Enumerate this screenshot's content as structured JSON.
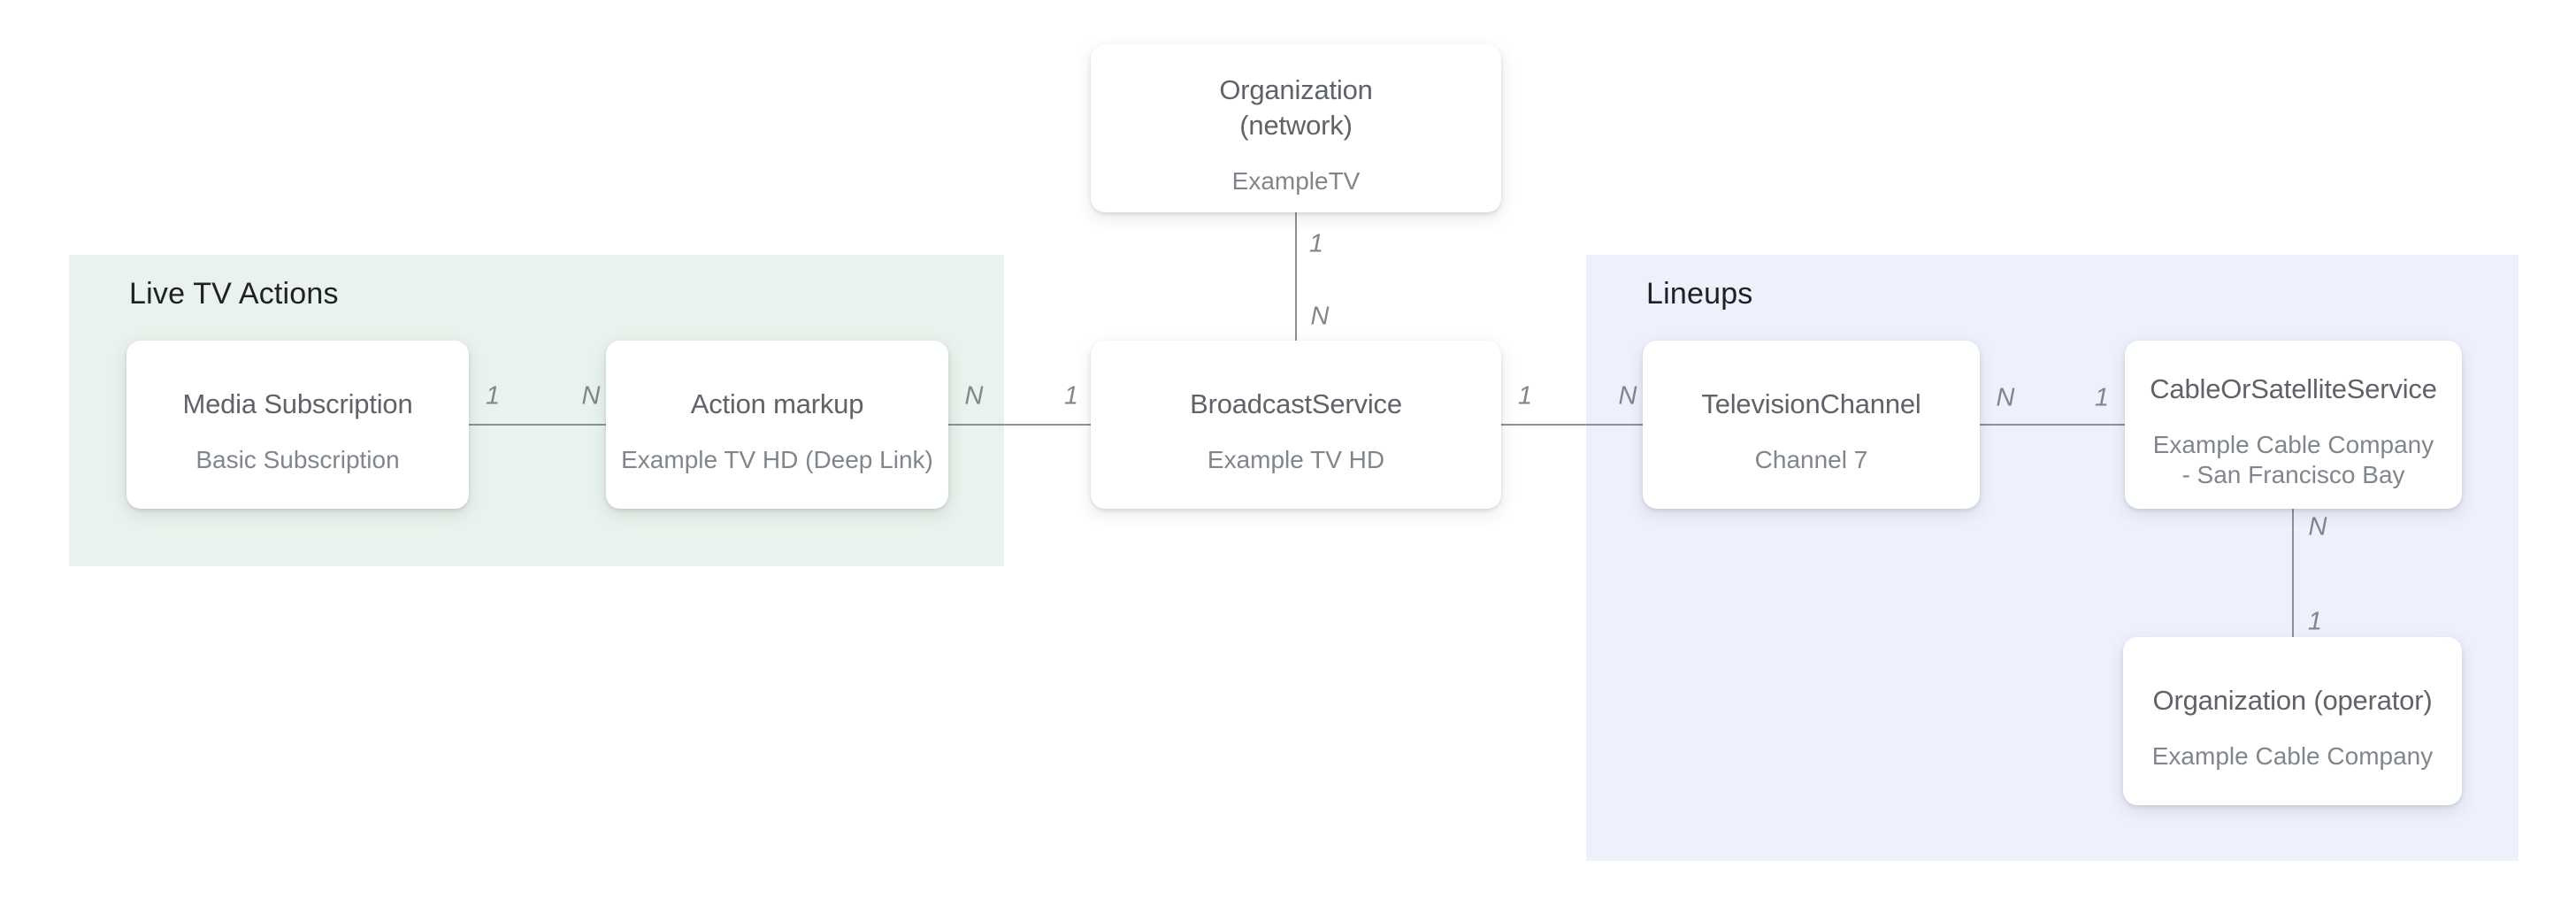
{
  "diagram": {
    "description": "Entity relationship diagram for a TV broadcast service feed"
  },
  "groups": [
    {
      "id": "live-tv-actions",
      "label": "Live TV Actions",
      "bg_color": "#e9f2ec"
    },
    {
      "id": "lineups",
      "label": "Lineups",
      "bg_color": "#edf1fc"
    }
  ],
  "nodes": [
    {
      "id": "org-network",
      "title": "Organization\n(network)",
      "subtitle": "ExampleTV"
    },
    {
      "id": "media-subscription",
      "title": "Media Subscription",
      "subtitle": "Basic Subscription"
    },
    {
      "id": "action-markup",
      "title": "Action markup",
      "subtitle": "Example TV HD (Deep Link)"
    },
    {
      "id": "broadcast-service",
      "title": "BroadcastService",
      "subtitle": "Example TV HD"
    },
    {
      "id": "television-channel",
      "title": "TelevisionChannel",
      "subtitle": "Channel 7"
    },
    {
      "id": "cable-or-satellite-service",
      "title": "CableOrSatelliteService",
      "subtitle": "Example Cable Company - San Francisco Bay"
    },
    {
      "id": "org-operator",
      "title": "Organization (operator)",
      "subtitle": "Example Cable Company"
    }
  ],
  "edges": [
    {
      "from": "org-network",
      "to": "broadcast-service",
      "labels": [
        "1",
        "N"
      ]
    },
    {
      "from": "media-subscription",
      "to": "action-markup",
      "labels": [
        "1",
        "N"
      ]
    },
    {
      "from": "action-markup",
      "to": "broadcast-service",
      "labels": [
        "N",
        "1"
      ]
    },
    {
      "from": "broadcast-service",
      "to": "television-channel",
      "labels": [
        "1",
        "N"
      ]
    },
    {
      "from": "television-channel",
      "to": "cable-or-satellite-service",
      "labels": [
        "N",
        "1"
      ]
    },
    {
      "from": "cable-or-satellite-service",
      "to": "org-operator",
      "labels": [
        "N",
        "1"
      ]
    }
  ],
  "colors": {
    "live_tv_actions_panel": "#e9f2ec",
    "lineups_panel": "#edf1fc",
    "node_background": "#ffffff",
    "node_title_text": "#5f6368",
    "node_subtitle_text": "#80868b",
    "panel_title_text": "#202124",
    "connector_line": "#8a9197",
    "cardinality_label_text": "#80868b"
  }
}
